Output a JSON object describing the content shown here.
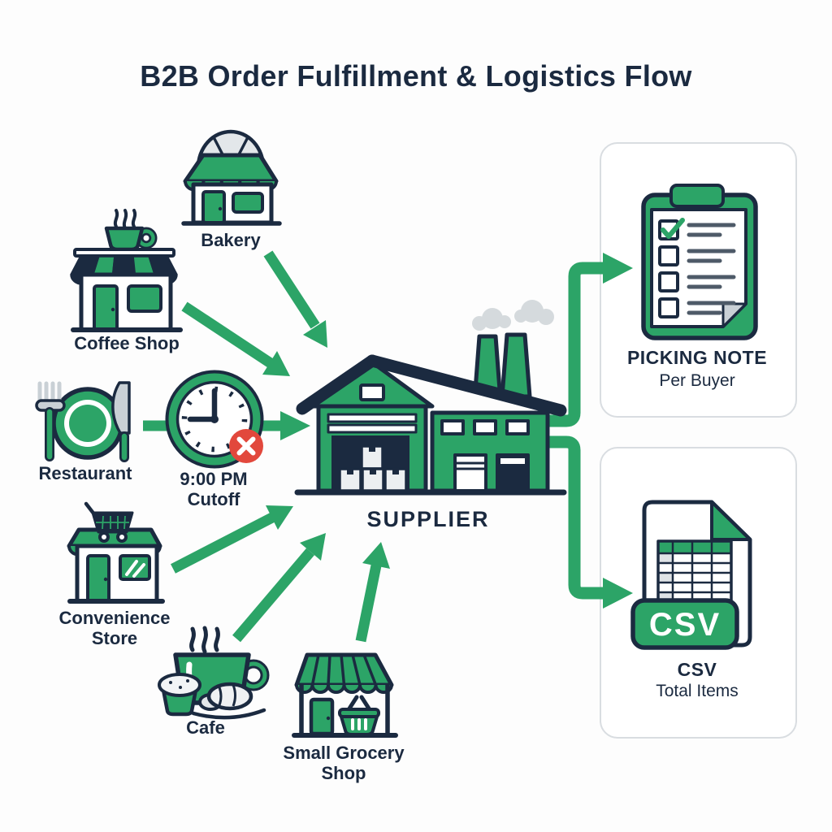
{
  "title": "B2B Order Fulfillment & Logistics Flow",
  "buyers": [
    {
      "label": "Bakery",
      "icon": "bakery-storefront-icon"
    },
    {
      "label": "Coffee Shop",
      "icon": "coffee-shop-storefront-icon"
    },
    {
      "label": "Restaurant",
      "icon": "restaurant-plate-icon"
    },
    {
      "label": "Convenience Store",
      "icon": "convenience-store-storefront-icon"
    },
    {
      "label": "Cafe",
      "icon": "cafe-cup-pastries-icon"
    },
    {
      "label": "Small Grocery Shop",
      "icon": "small-grocery-shop-storefront-icon"
    }
  ],
  "cutoff": {
    "time": "9:00 PM",
    "label": "Cutoff",
    "icon": "cutoff-clock-icon",
    "badge_icon": "x-cross-badge-icon"
  },
  "supplier": {
    "label": "SUPPLIER",
    "icon": "supplier-warehouse-factory-icon"
  },
  "outputs": {
    "picking_note": {
      "title": "PICKING NOTE",
      "subtitle": "Per Buyer",
      "icon": "picking-note-clipboard-icon"
    },
    "csv": {
      "badge": "CSV",
      "title": "CSV",
      "subtitle": "Total Items",
      "icon": "csv-file-icon"
    }
  },
  "colors": {
    "green": "#2ca467",
    "navy": "#1b2a40",
    "red": "#e2483c",
    "icon_gray": "#d9dde1",
    "card_border": "#d9dde1",
    "background": "#fdfdfd"
  }
}
